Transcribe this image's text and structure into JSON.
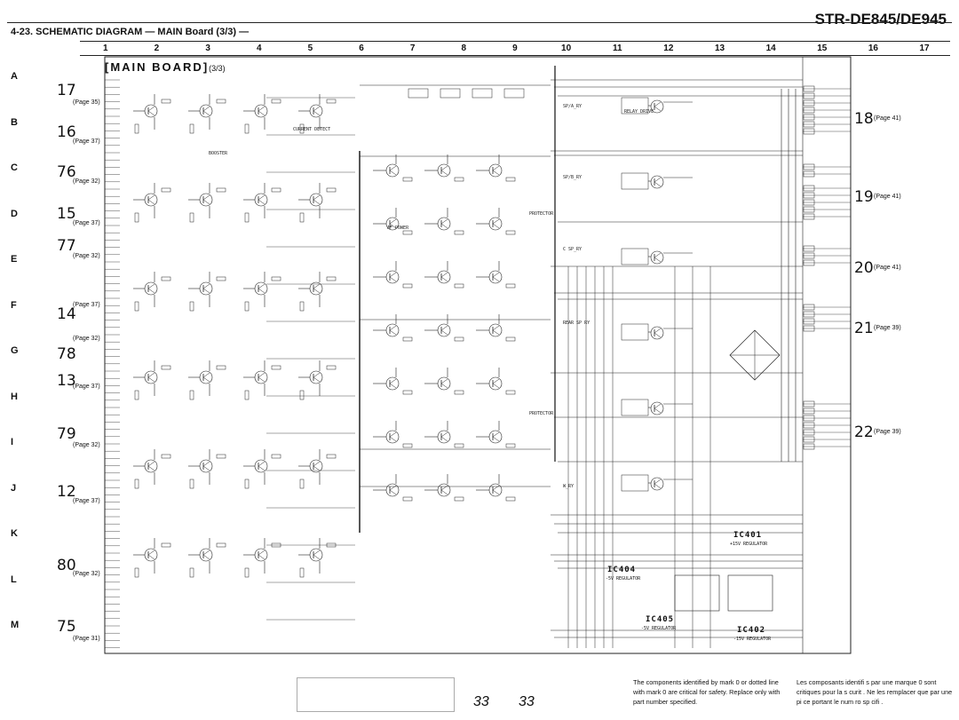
{
  "header": {
    "model": "STR-DE845/DE945",
    "section": "4-23.  SCHEMATIC  DIAGRAM  — MAIN Board (3/3) —"
  },
  "columns": [
    "1",
    "2",
    "3",
    "4",
    "5",
    "6",
    "7",
    "8",
    "9",
    "10",
    "11",
    "12",
    "13",
    "14",
    "15",
    "16",
    "17"
  ],
  "rows": [
    "A",
    "B",
    "C",
    "D",
    "E",
    "F",
    "G",
    "H",
    "I",
    "J",
    "K",
    "L",
    "M"
  ],
  "board": {
    "label": "[MAIN  BOARD]",
    "sub": "(3/3)"
  },
  "left_connectors": [
    {
      "num": "17",
      "page": "(Page 35)"
    },
    {
      "num": "16",
      "page": "(Page 37)"
    },
    {
      "num": "76",
      "page": "(Page 32)"
    },
    {
      "num": "15",
      "page": "(Page 37)"
    },
    {
      "num": "77",
      "page": "(Page 32)"
    },
    {
      "num": "14",
      "page": "(Page 37)"
    },
    {
      "num": "78",
      "page": "(Page 32)"
    },
    {
      "num": "13",
      "page": "(Page 37)"
    },
    {
      "num": "79",
      "page": "(Page 32)"
    },
    {
      "num": "12",
      "page": "(Page 37)"
    },
    {
      "num": "80",
      "page": "(Page 32)"
    },
    {
      "num": "75",
      "page": "(Page 31)"
    }
  ],
  "right_connectors": [
    {
      "num": "18",
      "page": "(Page 41)"
    },
    {
      "num": "19",
      "page": "(Page 41)"
    },
    {
      "num": "20",
      "page": "(Page 41)"
    },
    {
      "num": "21",
      "page": "(Page 39)"
    },
    {
      "num": "22",
      "page": "(Page 39)"
    }
  ],
  "ics": {
    "ic401": {
      "name": "IC401",
      "sub": "+15V REGULATOR"
    },
    "ic404": {
      "name": "IC404",
      "sub": "-5V REGULATOR"
    },
    "ic405": {
      "name": "IC405",
      "sub": "-5V REGULATOR"
    },
    "ic402": {
      "name": "IC402",
      "sub": "-15V REGULATOR"
    }
  },
  "labels": {
    "protector": "PROTECTOR",
    "sp_a_ry": "SP/A_RY",
    "sp_b_ry": "SP/B_RY",
    "c_sp_ry": "C SP_RY",
    "rear_sp_ry": "REAR SP RY",
    "w_ry": "W_RY",
    "relay_drive": "RELAY DRIVE",
    "current_detect": "CURRENT DETECT",
    "booster": "BOOSTER",
    "af_power": "AF POWER",
    "protector2": "PROTECTOR"
  },
  "page_numbers": [
    "33",
    "33"
  ],
  "notes": {
    "en": "The components identified by mark 0  or dotted line with mark 0  are critical for safety. Replace only with part number specified.",
    "fr": "Les composants identifi s par une marque  0  sont critiques pour la s curit .   Ne les remplacer que par une pi ce portant le num ro sp cifi ."
  }
}
